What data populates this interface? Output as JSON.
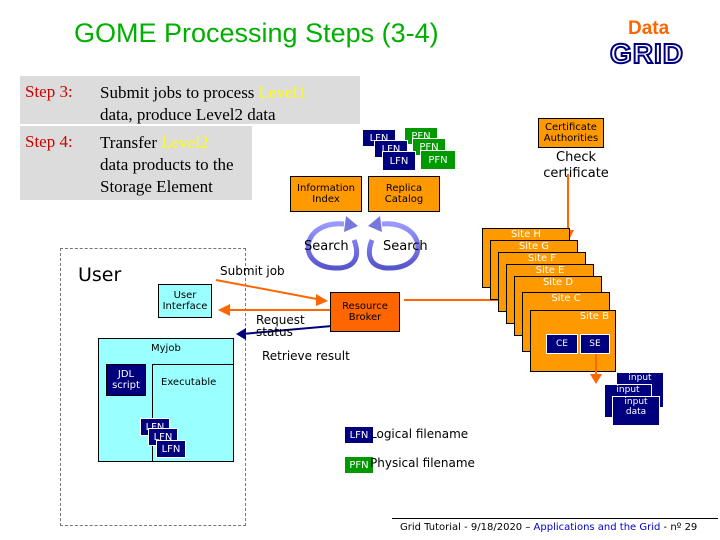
{
  "title": "GOME Processing Steps (3-4)",
  "logo": {
    "top": "Data",
    "bottom": "GRID"
  },
  "step3": {
    "label": "Step 3:",
    "line1_pre": "Submit jobs to process ",
    "line1_hl": "Level1",
    "line2": "data, produce Level2 data"
  },
  "step4": {
    "label": "Step 4:",
    "line1_pre": "Transfer ",
    "line1_hl": "Level2",
    "line2": "data products to the",
    "line3": "Storage Element"
  },
  "file_tags": {
    "lfn": "LFN",
    "pfn": "PFN"
  },
  "certificate_authorities": "Certificate Authorities",
  "check_certificate": "Check certificate",
  "information_index": "Information Index",
  "replica_catalog": "Replica Catalog",
  "search_left": "Search",
  "search_right": "Search",
  "user": "User",
  "submit_job": "Submit job",
  "user_interface": "User Interface",
  "resource_broker": "Resource Broker",
  "request_status": "Request status",
  "retrieve_result": "Retrieve result",
  "myjob": "Myjob",
  "jdl_script": "JDL script",
  "executable": "Executable",
  "sites": [
    "Site H",
    "Site G",
    "Site F",
    "Site E",
    "Site D",
    "Site C",
    "Site B"
  ],
  "ce": "CE",
  "se": "SE",
  "input_stack": [
    "input",
    "input",
    "input data"
  ],
  "legend": {
    "logical": "Logical filename",
    "physical": "Physical filename"
  },
  "footer": {
    "prefix": "Grid Tutorial - 9/18/2020 – ",
    "app": "Applications and the Grid",
    "suffix": " - nº 29"
  },
  "colors": {
    "title": "#00b000",
    "step_label": "#cc0000",
    "highlight": "#ffff00",
    "navy": "#00007f",
    "pfn_green": "#009900",
    "site_orange": "#ff9900",
    "arrow_orange": "#ff6600",
    "ui_cyan": "#99ffff"
  }
}
